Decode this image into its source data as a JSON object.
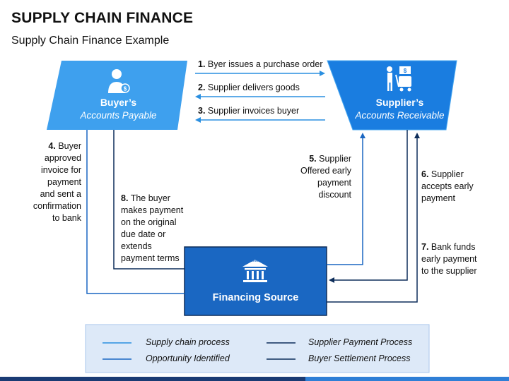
{
  "header": {
    "title": "SUPPLY CHAIN FINANCE",
    "subtitle": "Supply Chain Finance Example"
  },
  "colors": {
    "supply_chain_blue": "#2a8fe0",
    "box_light_blue": "#3ea0ee",
    "box_dark_blue": "#1a67c2",
    "dark_navy": "#0d2d5a",
    "legend_bg": "#dde9f8"
  },
  "buyer": {
    "title": "Buyer’s",
    "subtitle": "Accounts Payable",
    "icon": "buyer-person-icon"
  },
  "supplier": {
    "title": "Supplier’s",
    "subtitle": "Accounts Receivable",
    "icon": "supplier-cart-icon"
  },
  "financing": {
    "title": "Financing Source",
    "icon": "bank-icon",
    "icon_text": "BANK"
  },
  "steps": [
    {
      "num": "1.",
      "text": "Byer issues a purchase order"
    },
    {
      "num": "2.",
      "text": "Supplier delivers goods"
    },
    {
      "num": "3.",
      "text": "Supplier invoices buyer"
    },
    {
      "num": "4.",
      "text": "Buyer approved invoice for payment and sent a confirmation to bank",
      "lines": [
        "Buyer",
        "approved",
        "invoice for",
        "payment",
        "and sent a",
        "confirmation",
        "to bank"
      ]
    },
    {
      "num": "5.",
      "text": "Supplier Offered early payment discount",
      "lines": [
        "Supplier",
        "Offered early",
        "payment",
        "discount"
      ]
    },
    {
      "num": "6.",
      "text": "Supplier accepts early payment",
      "lines": [
        "Supplier",
        "accepts early",
        "payment"
      ]
    },
    {
      "num": "7.",
      "text": "Bank funds early payment to the supplier",
      "lines": [
        "Bank funds",
        "early payment",
        "to the supplier"
      ]
    },
    {
      "num": "8.",
      "text": "The buyer makes payment on the original due date or extends payment terms",
      "lines": [
        "The buyer",
        "makes payment",
        "on the original",
        "due date or",
        "extends",
        "payment terms"
      ]
    }
  ],
  "legend": {
    "items": [
      {
        "label": "Supply chain process",
        "color": "#2a8fe0"
      },
      {
        "label": "Opportunity Identified",
        "color": "#1a67c2"
      },
      {
        "label": "Supplier Payment Process",
        "color": "#0d2d5a"
      },
      {
        "label": "Buyer Settlement Process",
        "color": "#0d2d5a"
      }
    ]
  }
}
